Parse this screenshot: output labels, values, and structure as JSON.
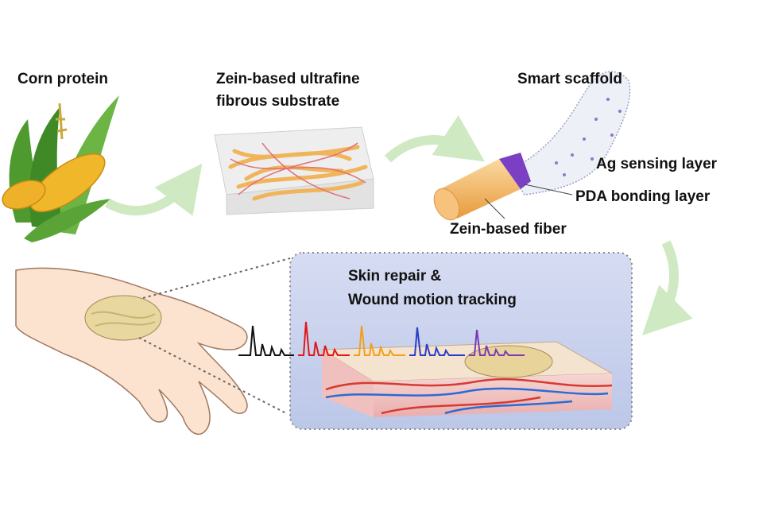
{
  "labels": {
    "corn_protein": "Corn protein",
    "substrate_line1": "Zein-based ultrafine",
    "substrate_line2": "fibrous substrate",
    "smart_scaffold": "Smart scaffold",
    "ag_layer": "Ag sensing layer",
    "pda_layer": "PDA bonding layer",
    "zein_fiber": "Zein-based fiber",
    "panel_line1": "Skin repair  &",
    "panel_line2": "Wound motion tracking"
  },
  "colors": {
    "arrow_green": "#cfe9c3",
    "fiber_orange": "#f4b764",
    "pda_purple": "#7b3fc4",
    "panel_blue": "#c9d3ee",
    "skin_pink": "#f2c3c1",
    "corn_yellow": "#f0b72a",
    "leaf_green": "#5fa83a"
  },
  "signal_colors": [
    "#111111",
    "#e01818",
    "#f2a01a",
    "#2a3fc8",
    "#7a3bb5"
  ]
}
